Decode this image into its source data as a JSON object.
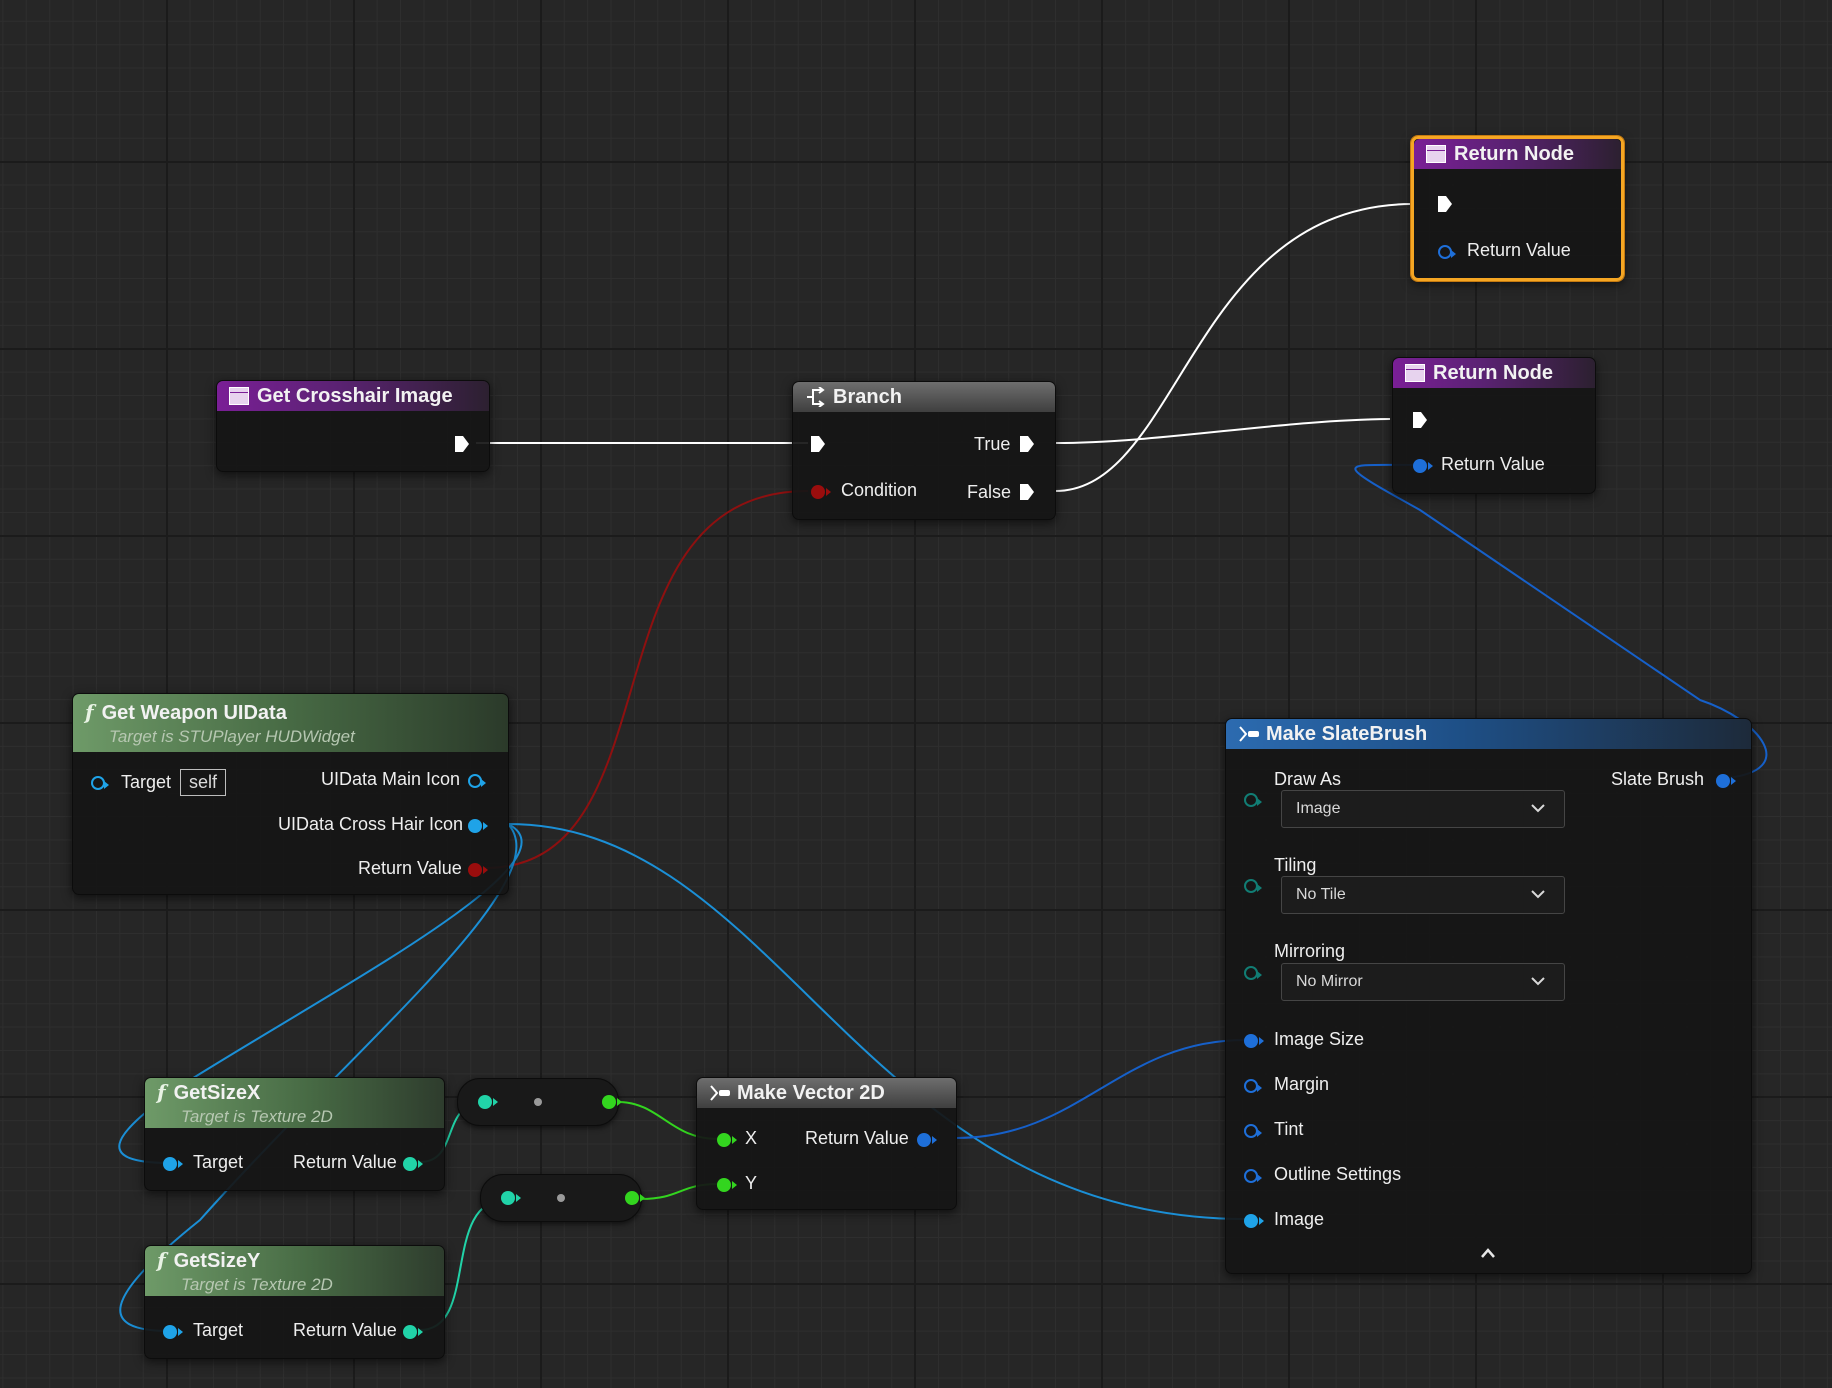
{
  "graph": {
    "get_crosshair_image": {
      "title": "Get Crosshair Image"
    },
    "branch": {
      "title": "Branch",
      "condition_label": "Condition",
      "true_label": "True",
      "false_label": "False"
    },
    "return_node_1": {
      "title": "Return Node",
      "return_value_label": "Return Value",
      "selected": true
    },
    "return_node_2": {
      "title": "Return Node",
      "return_value_label": "Return Value"
    },
    "get_weapon_uidata": {
      "title": "Get Weapon UIData",
      "subtitle": "Target is STUPlayer HUDWidget",
      "target_label": "Target",
      "target_default": "self",
      "outputs": [
        "UIData Main Icon",
        "UIData Cross Hair Icon",
        "Return Value"
      ]
    },
    "get_size_x": {
      "title": "GetSizeX",
      "subtitle": "Target is Texture 2D",
      "target_label": "Target",
      "return_label": "Return Value"
    },
    "get_size_y": {
      "title": "GetSizeY",
      "subtitle": "Target is Texture 2D",
      "target_label": "Target",
      "return_label": "Return Value"
    },
    "make_vector_2d": {
      "title": "Make Vector 2D",
      "x_label": "X",
      "y_label": "Y",
      "return_label": "Return Value"
    },
    "make_slate_brush": {
      "title": "Make SlateBrush",
      "output_label": "Slate Brush",
      "draw_as": {
        "label": "Draw As",
        "value": "Image"
      },
      "tiling": {
        "label": "Tiling",
        "value": "No Tile"
      },
      "mirroring": {
        "label": "Mirroring",
        "value": "No Mirror"
      },
      "pins": [
        "Image Size",
        "Margin",
        "Tint",
        "Outline Settings",
        "Image"
      ]
    }
  },
  "colors": {
    "exec": "#ffffff",
    "struct": "#1e6fd9",
    "object": "#1fa3e8",
    "bool": "#8e0000",
    "int": "#21d3a8",
    "float": "#33d51f",
    "selection": "#f5a623"
  }
}
